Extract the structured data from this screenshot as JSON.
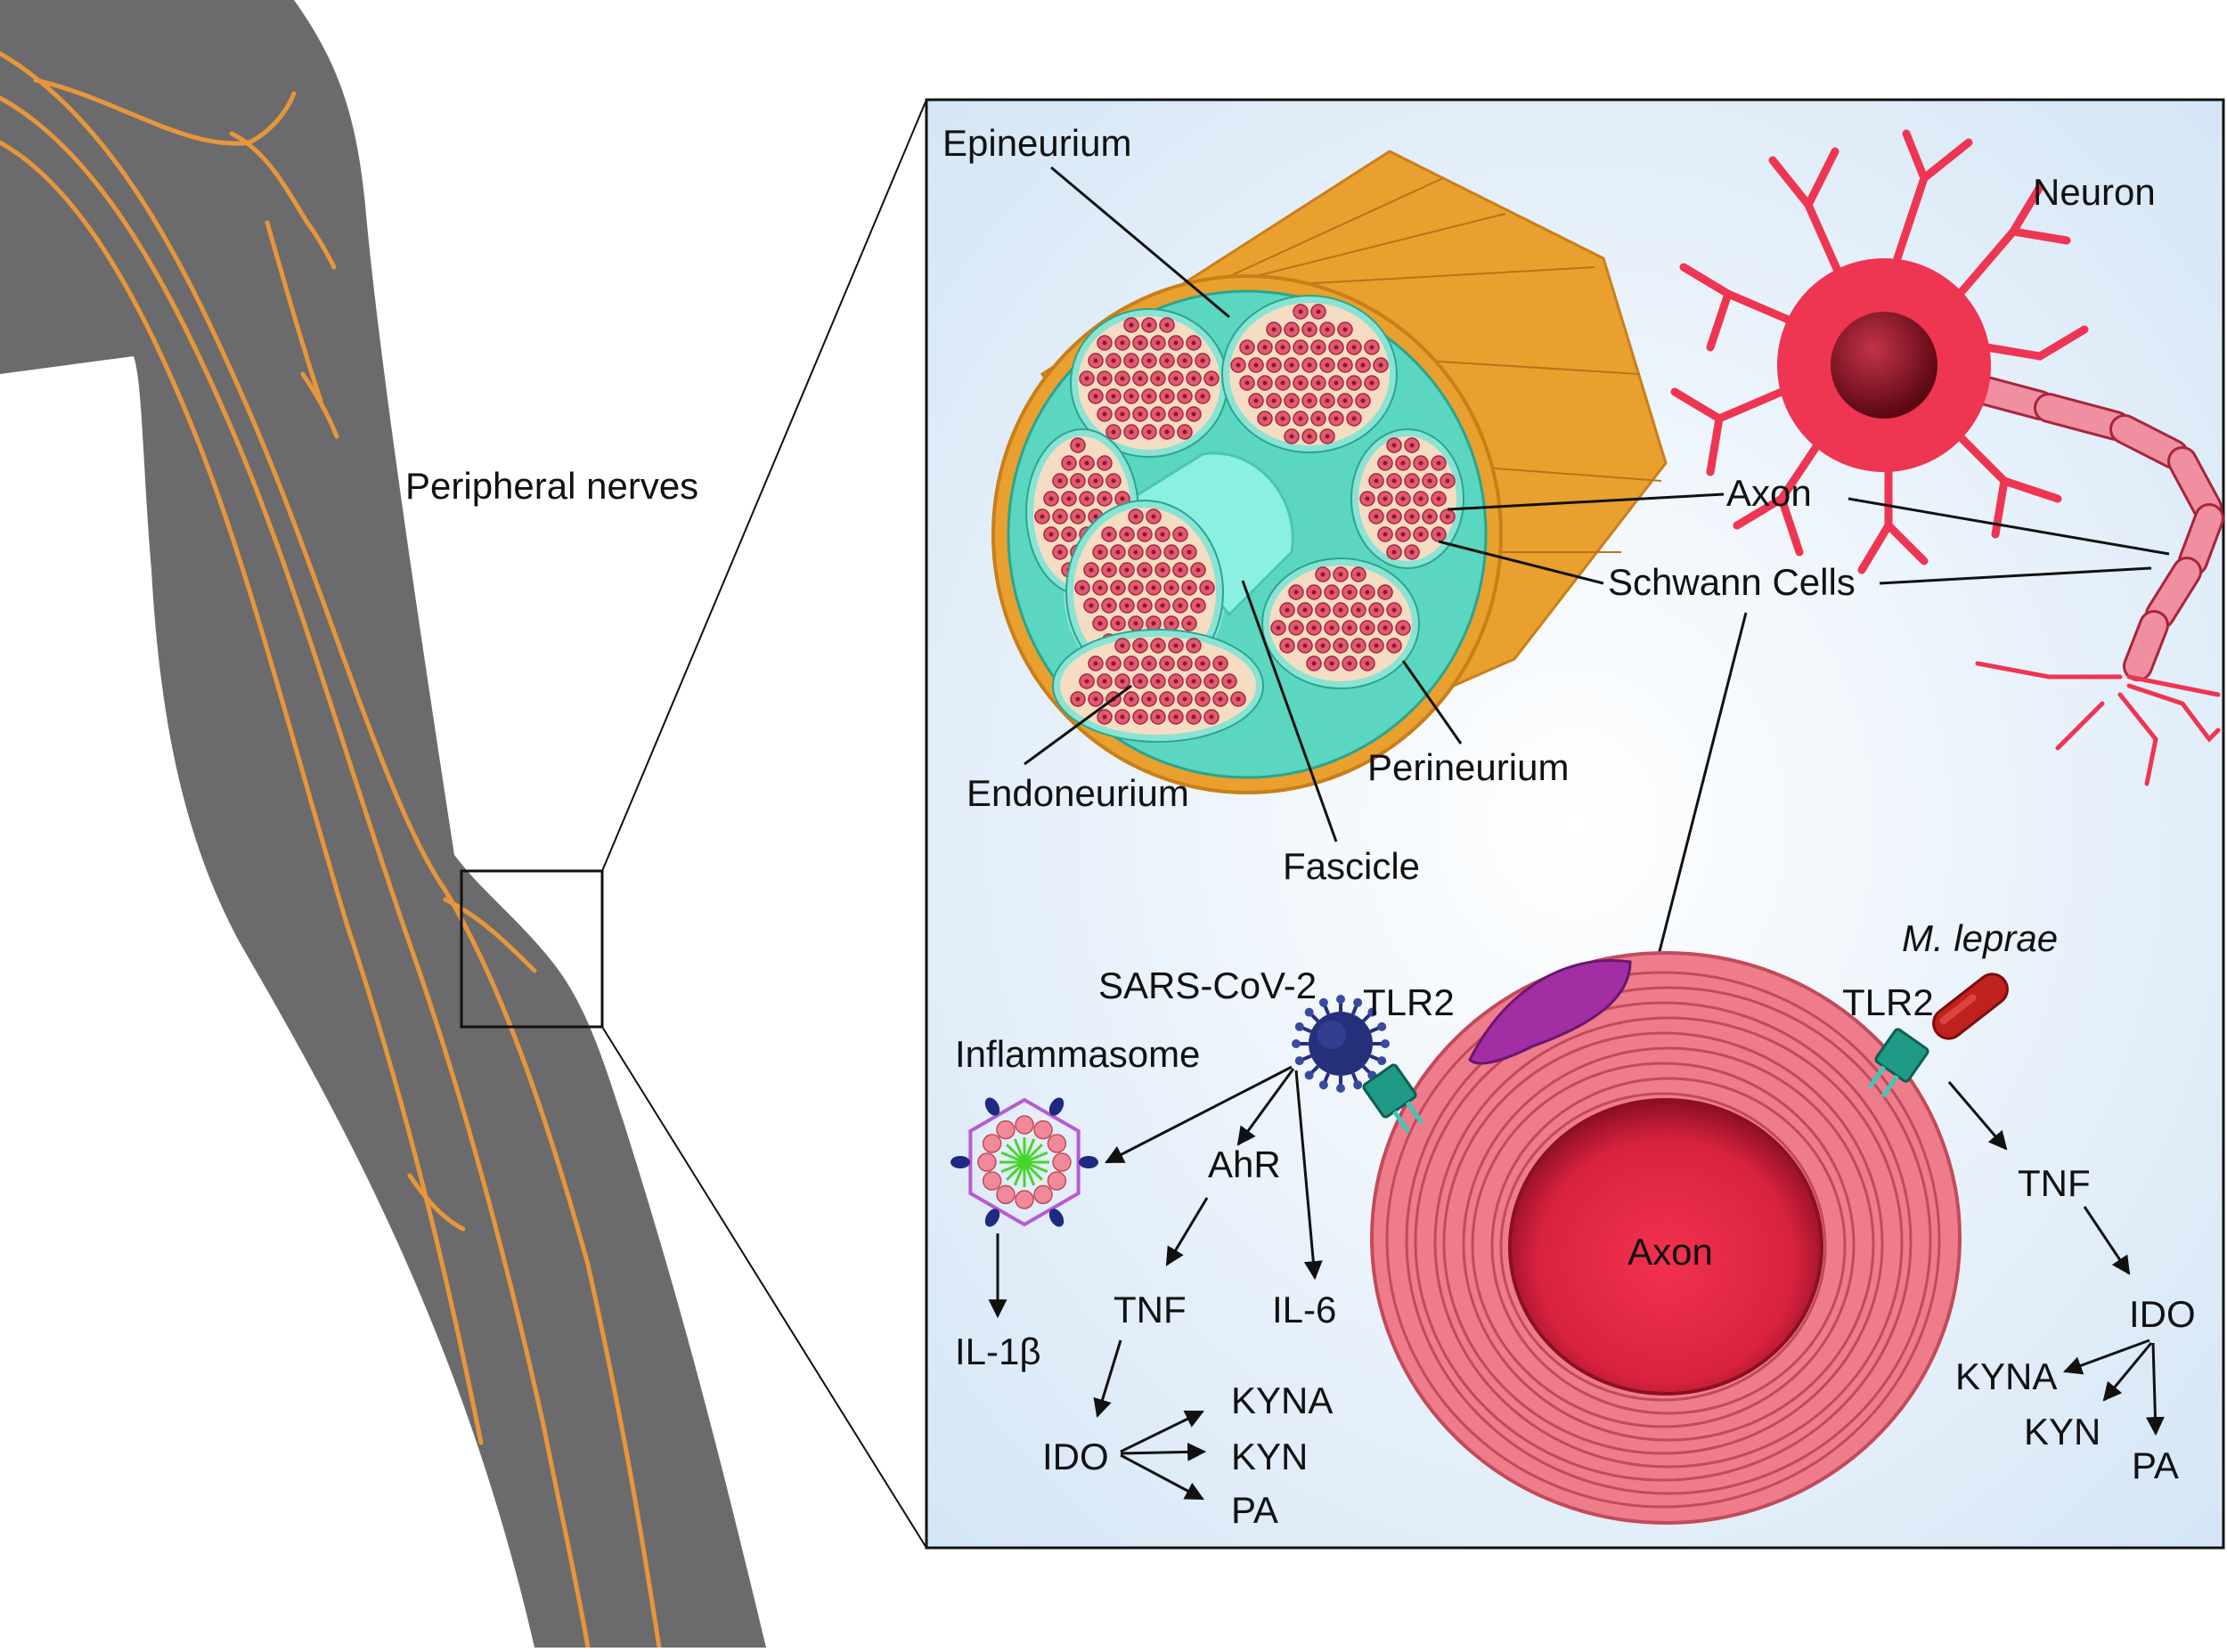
{
  "arm": {
    "label": "Peripheral nerves"
  },
  "nerve_section": {
    "epineurium": "Epineurium",
    "endoneurium": "Endoneurium",
    "fascicle": "Fascicle",
    "perineurium": "Perineurium"
  },
  "neuron": {
    "title": "Neuron",
    "axon": "Axon",
    "schwann": "Schwann Cells"
  },
  "myelin": {
    "axon": "Axon"
  },
  "left_pathway": {
    "virus": "SARS-CoV-2",
    "receptor": "TLR2",
    "inflammasome": "Inflammasome",
    "il1b": "IL-1β",
    "ahr": "AhR",
    "tnf": "TNF",
    "il6": "IL-6",
    "ido": "IDO",
    "kyna": "KYNA",
    "kyn": "KYN",
    "pa": "PA"
  },
  "right_pathway": {
    "pathogen": "M. leprae",
    "receptor": "TLR2",
    "tnf": "TNF",
    "ido": "IDO",
    "kyna": "KYNA",
    "kyn": "KYN",
    "pa": "PA"
  },
  "colors": {
    "arm": "#6b6b6d",
    "nerve": "#e8963a",
    "panel_bg": "#dce9f7",
    "epineurium": "#e9a02e",
    "teal": "#5bd6c0",
    "fascicle_cells": "#e05a72",
    "neuron": "#ee3552",
    "myelin": "#ef7c8a",
    "axon_core": "#e8334f",
    "tlr2": "#1e9a86",
    "virus": "#24307a",
    "leprae": "#c1211e"
  }
}
